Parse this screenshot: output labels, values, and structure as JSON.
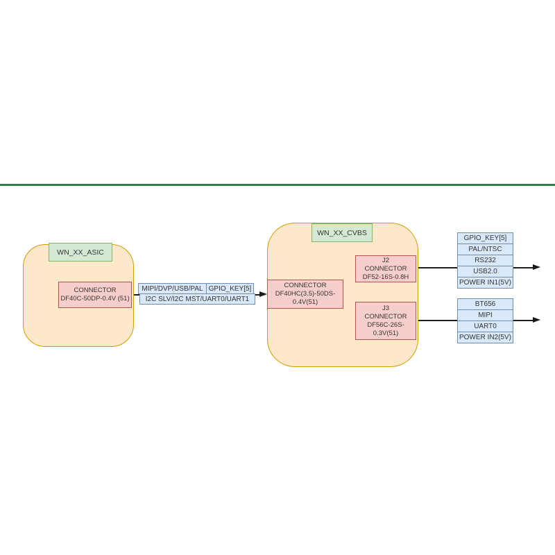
{
  "diagram": {
    "asic_block": {
      "label": "WN_XX_ASIC",
      "connector": [
        "CONNECTOR",
        "DF40C-50DP-0.4V (51)"
      ]
    },
    "cvbs_block": {
      "label": "WN_XX_CVBS",
      "main_connector": [
        "CONNECTOR",
        "DF40HC(3.5)-50DS-",
        "0.4V(51)"
      ],
      "j2_connector": [
        "J2",
        "CONNECTOR",
        "DF52-16S-0.8H"
      ],
      "j3_connector": [
        "J3",
        "CONNECTOR",
        "DF56C-26S-",
        "0.3V(51)"
      ]
    },
    "asic_cvbs_bus": {
      "top_left": "MIPI/DVP/USB/PAL",
      "top_right": "GPIO_KEY[5]",
      "bottom": "I2C SLV/I2C MST/UART0/UART1"
    },
    "j2_signals": [
      "GPIO_KEY[5]",
      "PAL/NTSC",
      "RS232",
      "USB2.0",
      "POWER IN1(5V)"
    ],
    "j3_signals": [
      "BT656",
      "MIPI",
      "UART0",
      "POWER IN2(5V)"
    ],
    "colors": {
      "divider_green": "#2e7d4f",
      "block_fill": "#fde8ca",
      "block_border": "#d79b00",
      "label_fill": "#d5e8d4",
      "label_border": "#82b366",
      "connector_fill": "#f8cecc",
      "connector_border": "#b85450",
      "signal_fill": "#dae8fc",
      "signal_border": "#6c8ebf",
      "line": "#1a1a1a"
    }
  }
}
